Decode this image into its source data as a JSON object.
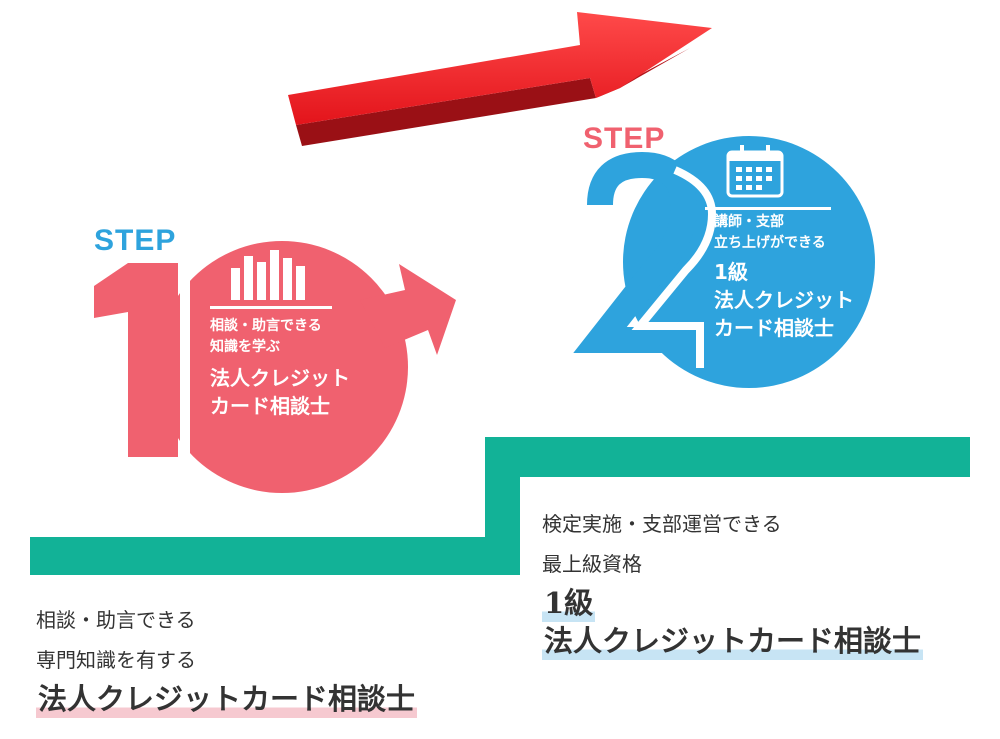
{
  "colors": {
    "step1": "#f0616f",
    "step2": "#2ea3dd",
    "stair": "#12b297",
    "arrow_red": "#e3141b",
    "text": "#333333"
  },
  "step1": {
    "step_label": "STEP",
    "number": "1",
    "icon": "bar-chart-icon",
    "lines_small": [
      "相談・助言できる",
      "知識を学ぶ"
    ],
    "lines_big": [
      "法人クレジット",
      "カード相談士"
    ]
  },
  "step2": {
    "step_label": "STEP",
    "number": "2",
    "icon": "calendar-icon",
    "lines_small": [
      "講師・支部",
      "立ち上げができる"
    ],
    "lines_big": [
      "1級",
      "法人クレジット",
      "カード相談士"
    ]
  },
  "desc1": {
    "lines": [
      "相談・助言できる",
      "専門知識を有する"
    ],
    "title": "法人クレジットカード相談士"
  },
  "desc2": {
    "lines": [
      "検定実施・支部運営できる",
      "最上級資格"
    ],
    "title_lines": [
      "1級",
      "法人クレジットカード相談士"
    ]
  }
}
